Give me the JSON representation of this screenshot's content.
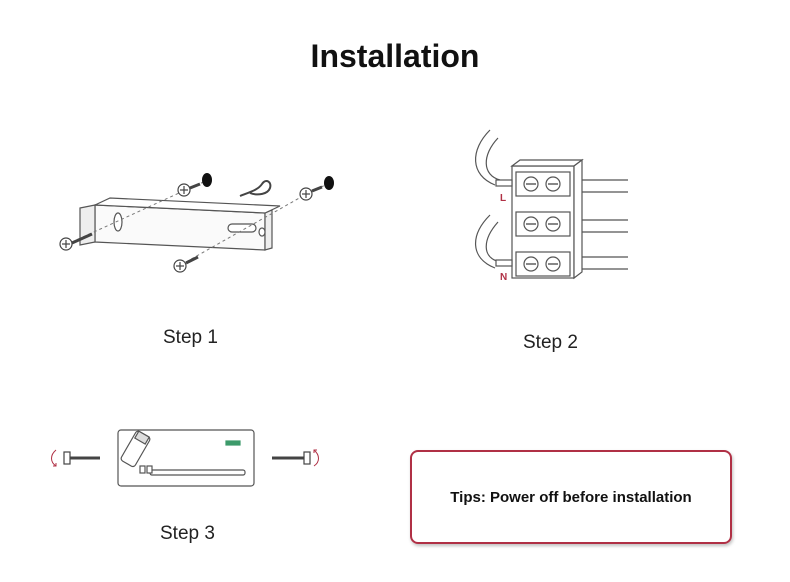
{
  "title": "Installation",
  "steps": [
    {
      "label": "Step 1"
    },
    {
      "label": "Step 2"
    },
    {
      "label": "Step 3"
    }
  ],
  "terminal_labels": {
    "live": "L",
    "neutral": "N"
  },
  "tips": "Tips: Power off before installation",
  "colors": {
    "accent": "#b03045",
    "line": "#555555",
    "text": "#111111"
  }
}
